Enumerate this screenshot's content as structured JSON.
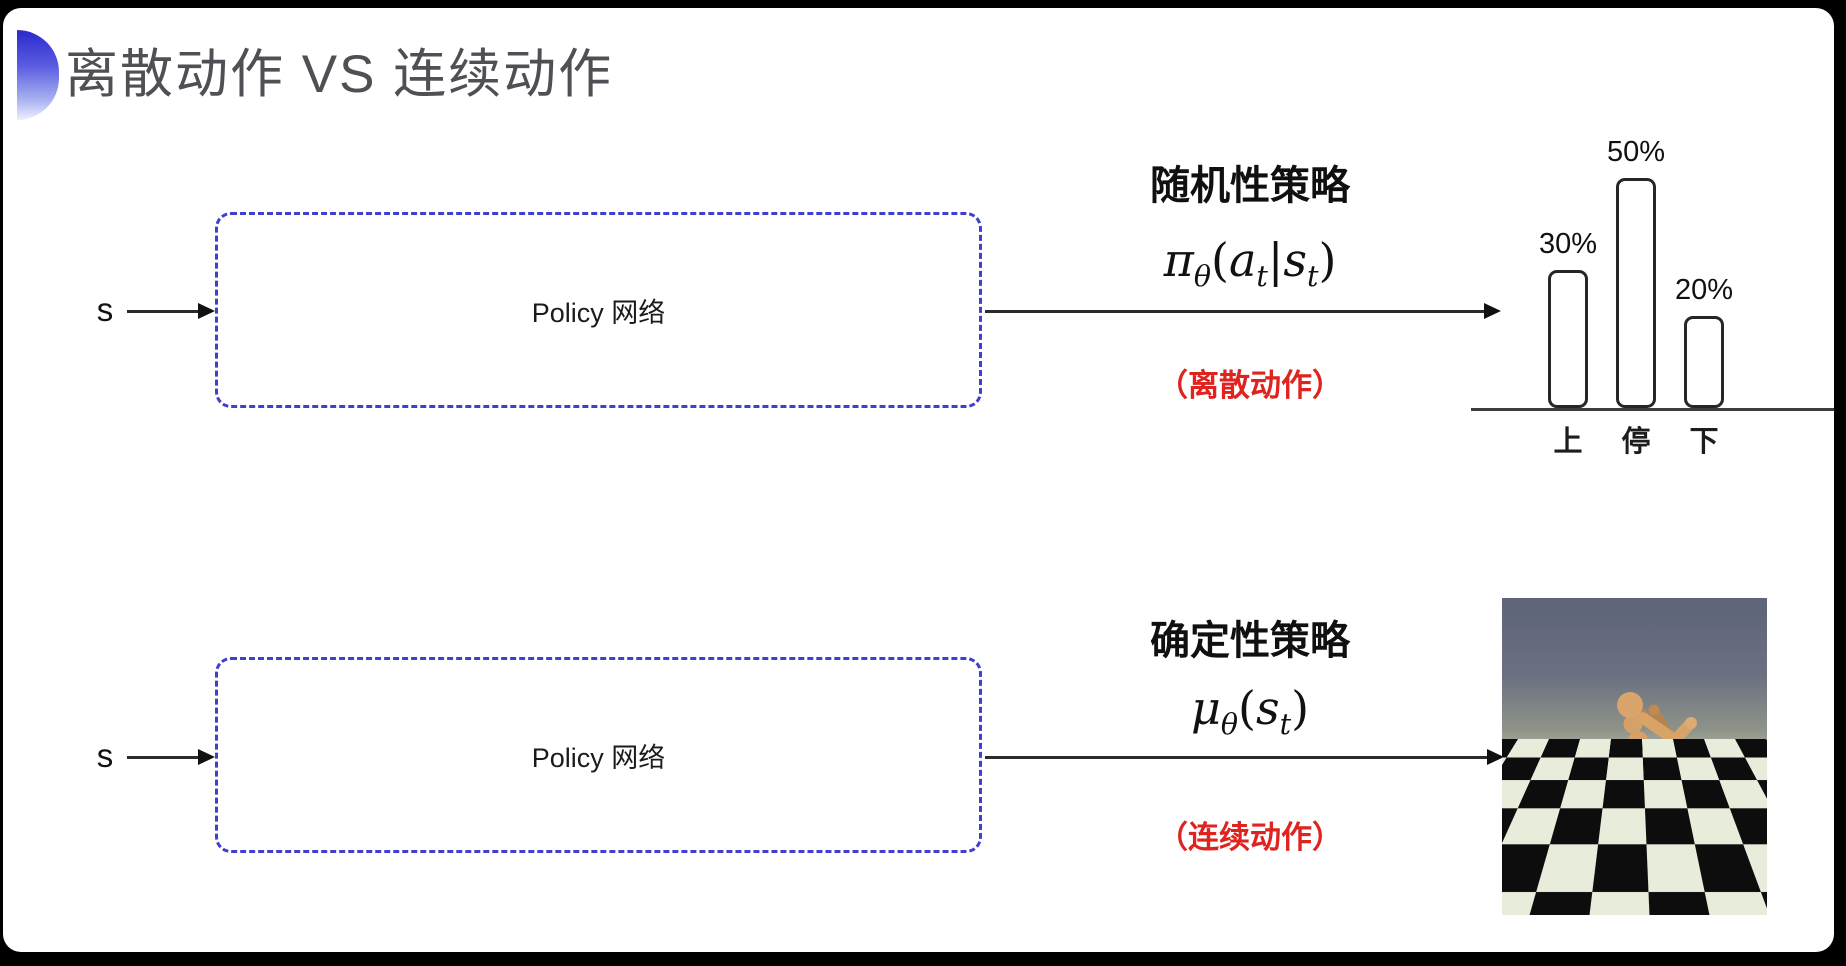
{
  "colors": {
    "box_dash_blue": "#403fd0",
    "note_red": "#df231f",
    "title_gray": "#4f4f55"
  },
  "title": {
    "text": "离散动作 VS 连续动作"
  },
  "rows": {
    "top": {
      "input": "s",
      "box": "Policy 网络",
      "policy_name": "随机性策略",
      "formula": {
        "head": "π",
        "head_sub": "θ",
        "open": "(",
        "arg1": "a",
        "arg1_sub": "t",
        "sep": "|",
        "arg2": "s",
        "arg2_sub": "t",
        "close": ")"
      },
      "note": "（离散动作）"
    },
    "bottom": {
      "input": "s",
      "box": "Policy 网络",
      "policy_name": "确定性策略",
      "formula": {
        "head": "μ",
        "head_sub": "θ",
        "open": "(",
        "arg1": "s",
        "arg1_sub": "t",
        "close": ")"
      },
      "note": "（连续动作）"
    }
  },
  "chart_data": {
    "type": "bar",
    "categories": [
      "上",
      "停",
      "下"
    ],
    "values": [
      30,
      50,
      20
    ],
    "value_labels": [
      "30%",
      "50%",
      "20%"
    ],
    "title": "",
    "xlabel": "",
    "ylabel": "",
    "ylim": [
      0,
      60
    ],
    "grid": false,
    "legend": false
  }
}
